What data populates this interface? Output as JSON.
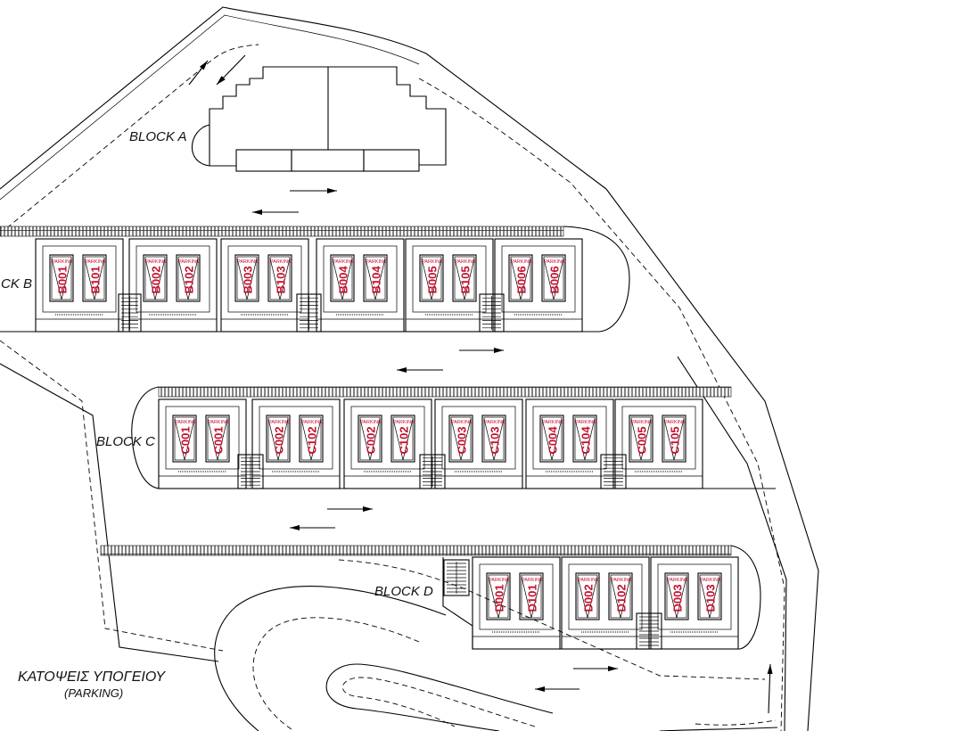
{
  "title": {
    "main": "ΚΑΤΟΨΕΙΣ ΥΠΟΓΕΙΟΥ",
    "sub": "(PARKING)"
  },
  "blocks": {
    "a": {
      "label": "BLOCK A"
    },
    "b": {
      "label": "CK B",
      "units": [
        [
          "B001",
          "B101"
        ],
        [
          "B002",
          "B102"
        ],
        [
          "B003",
          "B103"
        ],
        [
          "B004",
          "B104"
        ],
        [
          "B005",
          "B105"
        ],
        [
          "B006",
          "B006"
        ]
      ]
    },
    "c": {
      "label": "BLOCK C",
      "units": [
        [
          "C001",
          "C001"
        ],
        [
          "C002",
          "C102"
        ],
        [
          "C002",
          "C102"
        ],
        [
          "C003",
          "C103"
        ],
        [
          "C004",
          "C104"
        ],
        [
          "C005",
          "C105"
        ]
      ]
    },
    "d": {
      "label": "BLOCK D",
      "units": [
        [
          "D001",
          "D101"
        ],
        [
          "D002",
          "D102"
        ],
        [
          "D003",
          "D103"
        ]
      ]
    }
  },
  "slot_caption": "PARKING",
  "colors": {
    "line": "#000000",
    "slot_label": "#c8102e",
    "background": "#ffffff"
  }
}
